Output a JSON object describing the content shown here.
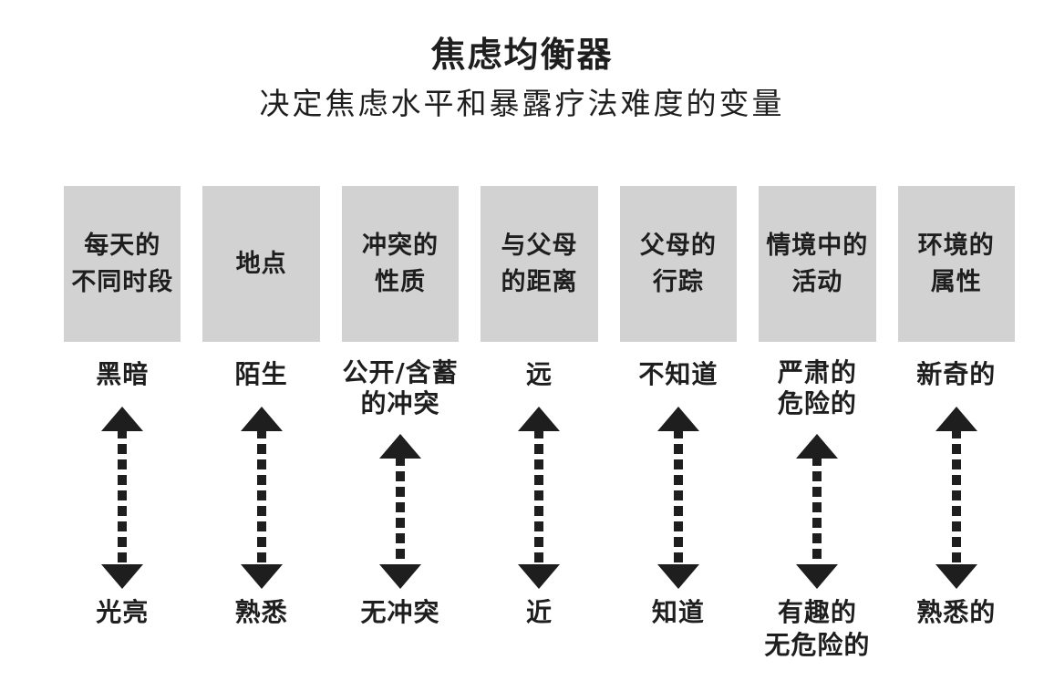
{
  "title": "焦虑均衡器",
  "subtitle": "决定焦虑水平和暴露疗法难度的变量",
  "colors": {
    "ink": "#1e1e1e",
    "box_bg": "#d2d2d2"
  },
  "icons": {
    "arrow": "double-headed dashed vertical arrow"
  },
  "columns": [
    {
      "header": "每天的\n不同时段",
      "top": "黑暗",
      "bottom": "光亮"
    },
    {
      "header": "地点",
      "top": "陌生",
      "bottom": "熟悉"
    },
    {
      "header": "冲突的\n性质",
      "top": "公开/含蓄\n的冲突",
      "bottom": "无冲突"
    },
    {
      "header": "与父母\n的距离",
      "top": "远",
      "bottom": "近"
    },
    {
      "header": "父母的\n行踪",
      "top": "不知道",
      "bottom": "知道"
    },
    {
      "header": "情境中的\n活动",
      "top": "严肃的\n危险的",
      "bottom": "有趣的\n无危险的"
    },
    {
      "header": "环境的\n属性",
      "top": "新奇的",
      "bottom": "熟悉的"
    }
  ]
}
